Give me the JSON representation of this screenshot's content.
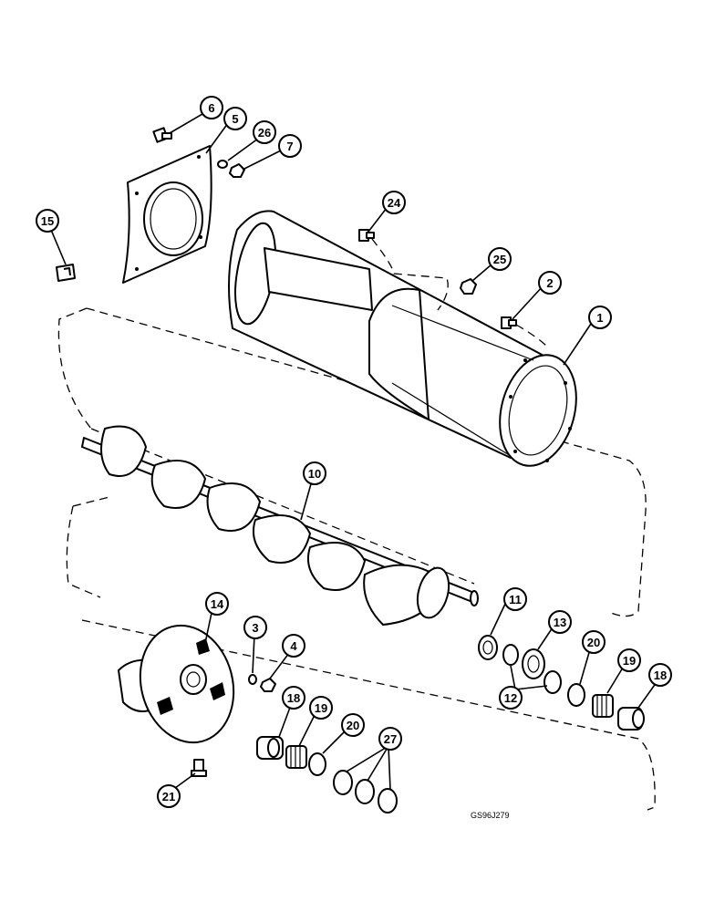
{
  "figure_code": "GS96J279",
  "callouts": [
    {
      "id": "c1",
      "label": "1"
    },
    {
      "id": "c2",
      "label": "2"
    },
    {
      "id": "c3",
      "label": "3"
    },
    {
      "id": "c4",
      "label": "4"
    },
    {
      "id": "c5",
      "label": "5"
    },
    {
      "id": "c6",
      "label": "6"
    },
    {
      "id": "c7",
      "label": "7"
    },
    {
      "id": "c10",
      "label": "10"
    },
    {
      "id": "c11",
      "label": "11"
    },
    {
      "id": "c12",
      "label": "12"
    },
    {
      "id": "c13",
      "label": "13"
    },
    {
      "id": "c14",
      "label": "14"
    },
    {
      "id": "c15",
      "label": "15"
    },
    {
      "id": "c18a",
      "label": "18"
    },
    {
      "id": "c18b",
      "label": "18"
    },
    {
      "id": "c19a",
      "label": "19"
    },
    {
      "id": "c19b",
      "label": "19"
    },
    {
      "id": "c20a",
      "label": "20"
    },
    {
      "id": "c20b",
      "label": "20"
    },
    {
      "id": "c21",
      "label": "21"
    },
    {
      "id": "c24",
      "label": "24"
    },
    {
      "id": "c25",
      "label": "25"
    },
    {
      "id": "c26",
      "label": "26"
    },
    {
      "id": "c27",
      "label": "27"
    }
  ]
}
